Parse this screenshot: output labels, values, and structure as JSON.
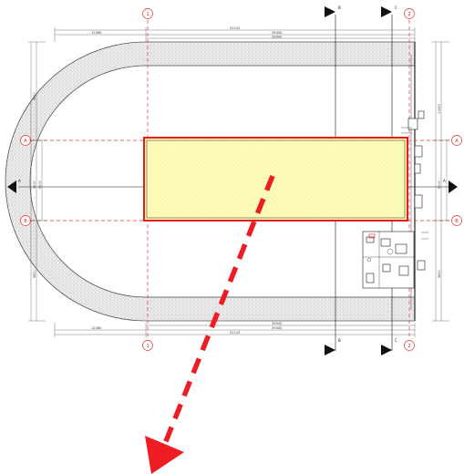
{
  "drawing": {
    "grid_labels": {
      "top_left": "1",
      "top_right": "2",
      "bottom_left": "1",
      "bottom_right": "2",
      "left_a": "A",
      "left_b": "B",
      "right_a": "A",
      "right_b": "B"
    },
    "section_labels": {
      "left": "A",
      "right": "A",
      "top_1": "B",
      "top_2": "C",
      "bottom_1": "B",
      "bottom_2": "C"
    },
    "dims": {
      "top_total": "52120",
      "top_left": "12080",
      "top_mid": "39400",
      "top_inner": "39000",
      "bottom_total": "52120",
      "bottom_left": "12080",
      "bottom_mid": "39400",
      "bottom_inner": "39000",
      "left_upper": "9820",
      "left_lower": "9820",
      "left_mid_a": "6000",
      "left_mid_b": "6000",
      "right_upper": "11650",
      "right_mid": "6000",
      "right_lower": "9820"
    },
    "colors": {
      "highlight_fill": "#fdfbb8",
      "highlight_stroke": "#e41b1b",
      "arrow": "#ee1d23",
      "grid_line": "#e83a3a",
      "hatch": "#d6d6d6"
    }
  }
}
